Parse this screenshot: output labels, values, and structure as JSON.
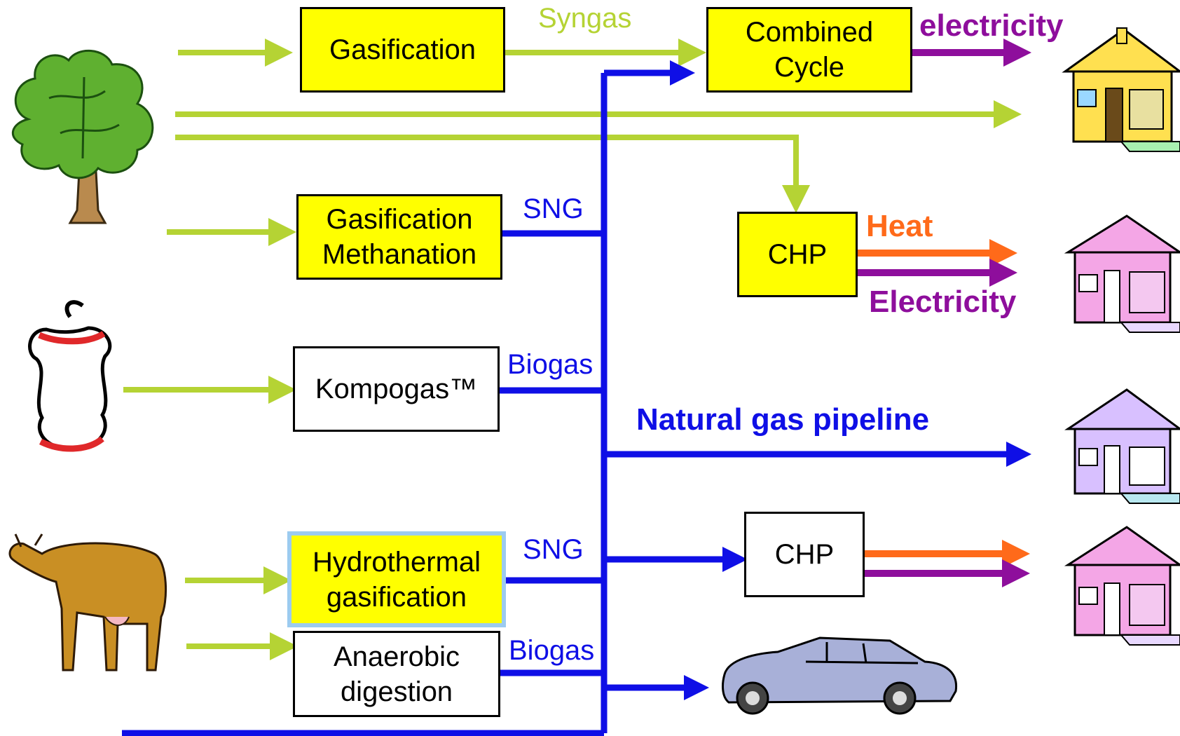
{
  "colors": {
    "biomass_flow": "#b5d334",
    "gas_flow": "#0f0fe6",
    "electricity": "#8e0e9c",
    "heat": "#ff6a1a",
    "process_box": "#ffff00",
    "highlight_border": "#9ccbf0"
  },
  "icons": {
    "sources": [
      "tree-icon",
      "apple-core-icon",
      "cow-icon"
    ],
    "consumers": [
      "yellow-house-icon",
      "pink-house-icon",
      "lilac-house-icon",
      "pink-house-icon",
      "car-icon"
    ]
  },
  "processes": {
    "gasification": "Gasification",
    "combined_cycle": "Combined\nCycle",
    "gasification_methanation": "Gasification\nMethanation",
    "kompogas": "Kompogas™",
    "hydrothermal": "Hydrothermal\ngasification",
    "anaerobic": "Anaerobic\ndigestion",
    "chp_top": "CHP",
    "chp_bottom": "CHP"
  },
  "flows": {
    "syngas": "Syngas",
    "sng_1": "SNG",
    "biogas_1": "Biogas",
    "sng_2": "SNG",
    "biogas_2": "Biogas"
  },
  "outputs": {
    "electricity_top": "electricity",
    "heat": "Heat",
    "electricity_chp": "Electricity",
    "pipeline": "Natural gas pipeline"
  }
}
